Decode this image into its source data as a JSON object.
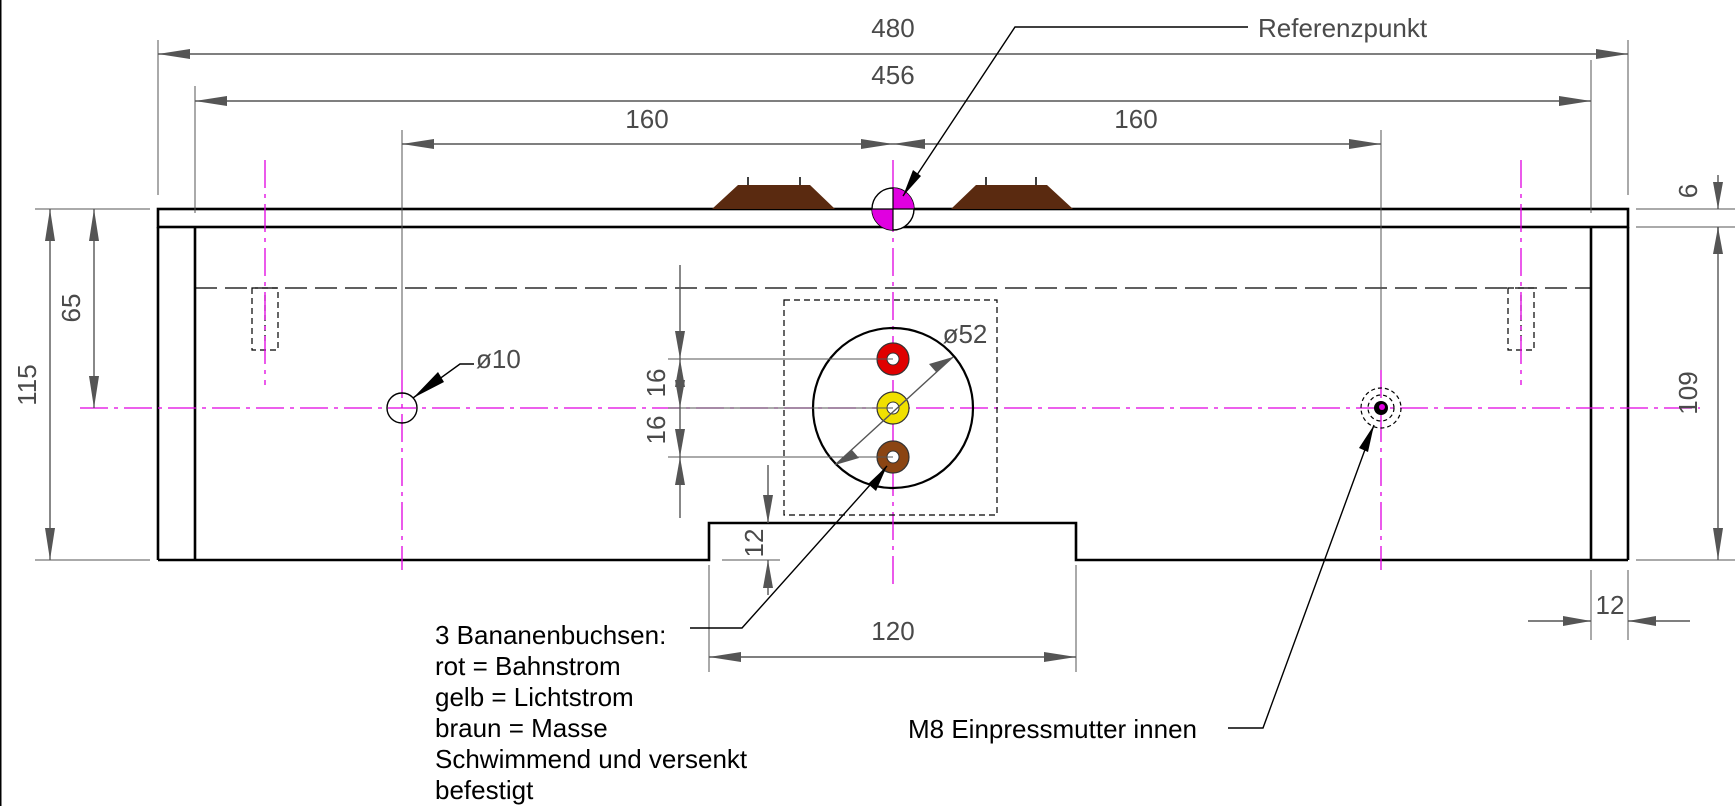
{
  "dimensions": {
    "overall_width": "480",
    "inner_width": "456",
    "left_spacing": "160",
    "right_spacing": "160",
    "height_total": "115",
    "height_to_center": "65",
    "top_thickness": "6",
    "inner_height": "109",
    "wall_thickness": "12",
    "socket_spacing_top": "16",
    "socket_spacing_bottom": "16",
    "notch_depth": "12",
    "notch_width": "120",
    "hole_diameter": "ø10",
    "socket_plate_diameter": "ø52"
  },
  "labels": {
    "reference_point": "Referenzpunkt",
    "nut": "M8 Einpressmutter innen",
    "sockets_lines": [
      "3 Bananenbuchsen:",
      "rot = Bahnstrom",
      "gelb = Lichtstrom",
      "braun = Masse",
      "Schwimmend und versenkt",
      "befestigt"
    ]
  },
  "colors": {
    "socket_red": "#e00000",
    "socket_yellow": "#f0e000",
    "socket_brown": "#8b4513",
    "feet": "#5a2a10",
    "centerline": "#e000e0",
    "reference_marker": "#e000e0"
  }
}
